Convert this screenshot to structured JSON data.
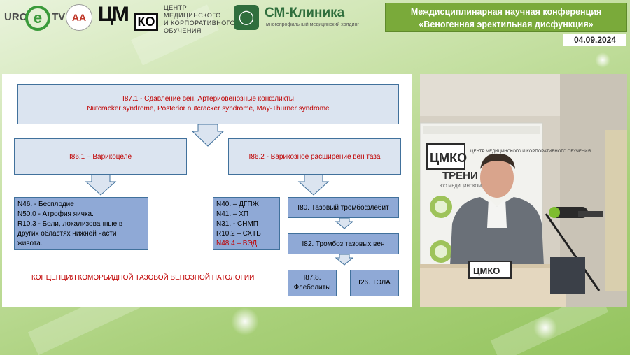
{
  "header": {
    "uro_logo": {
      "left": "URO",
      "e": "e",
      "right": "TV"
    },
    "aa_logo": "AA",
    "cmko_logo": {
      "main": "ЦМ",
      "ko": "КО"
    },
    "cmko_text": [
      "ЦЕНТР",
      "МЕДИЦИНСКОГО",
      "И КОРПОРАТИВНОГО",
      "ОБУЧЕНИЯ"
    ],
    "sm_clinic": {
      "name": "СМ-Клиника",
      "subtitle": "многопрофильный медицинский холдинг"
    },
    "conference": {
      "line1": "Междисциплинарная научная конференция",
      "line2": "«Веногенная эректильная дисфункция»"
    },
    "date": "04.09.2024"
  },
  "slide": {
    "top_box": {
      "line1": "I87.1 - Сдавление вен. Артериовенозные конфликты",
      "line2": "Nutcracker syndrome, Posterior nutcracker syndrome, May-Thurner syndrome"
    },
    "left_box": "I86.1 – Варикоцеле",
    "right_box": "I86.2 - Варикозное расширение вен таза",
    "left_list": [
      "N46. - Бесплодие",
      "N50.0 - Атрофия яичка.",
      "R10.3 - Боли, локализованные в",
      "других областях нижней части",
      "живота."
    ],
    "mid_list": [
      "N40. – ДГПЖ",
      "N41. – ХП",
      "N31. - СНМП",
      "R10.2 – СХТБ"
    ],
    "mid_list_red": "N48.4 – ВЭД",
    "box_i80": "I80. Тазовый тромбофлебит",
    "box_i82": "I82. Тромбоз тазовых вен",
    "box_i878": {
      "line1": "I87.8.",
      "line2": "Флеболиты"
    },
    "box_i26": "I26. ТЭЛА",
    "footer": "КОНЦЕПЦИЯ КОМОРБИДНОЙ ТАЗОВОЙ ВЕНОЗНОЙ ПАТОЛОГИИ"
  },
  "video": {
    "banner_logo": "ЦМКО",
    "banner_text": "ЦЕНТР МЕДИЦИНСКОГО И КОРПОРАТИВНОГО ОБУЧЕНИЯ",
    "banner_word": "ТРЕНИ",
    "banner_sub": "ЮО МЕДИЦИНСКОМУ БИЗ",
    "podium_logo": "ЦМКО"
  },
  "colors": {
    "box_fill": "#dbe4f0",
    "box_dark_fill": "#8fa9d6",
    "border": "#41719c",
    "accent_red": "#c00000",
    "header_green": "#7aaa3a"
  }
}
